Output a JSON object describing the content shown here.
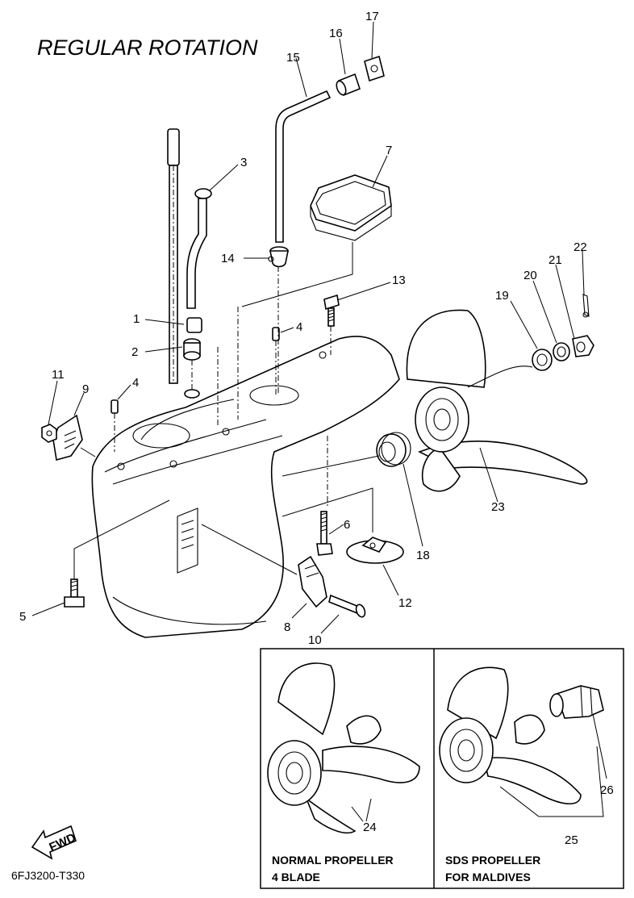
{
  "title": "REGULAR ROTATION",
  "diagram_code": "6FJ3200-T330",
  "fwd_label": "FWD",
  "callouts": {
    "c1": "1",
    "c2": "2",
    "c3": "3",
    "c4a": "4",
    "c4b": "4",
    "c5": "5",
    "c6": "6",
    "c7": "7",
    "c8": "8",
    "c9": "9",
    "c10": "10",
    "c11": "11",
    "c12": "12",
    "c13": "13",
    "c14": "14",
    "c15": "15",
    "c16": "16",
    "c17": "17",
    "c18": "18",
    "c19": "19",
    "c20": "20",
    "c21": "21",
    "c22": "22",
    "c23": "23",
    "c24": "24",
    "c25": "25",
    "c26": "26"
  },
  "inset": {
    "left_caption_line1": "NORMAL PROPELLER",
    "left_caption_line2": "4 BLADE",
    "right_caption_line1": "SDS PROPELLER",
    "right_caption_line2": "FOR MALDIVES"
  }
}
